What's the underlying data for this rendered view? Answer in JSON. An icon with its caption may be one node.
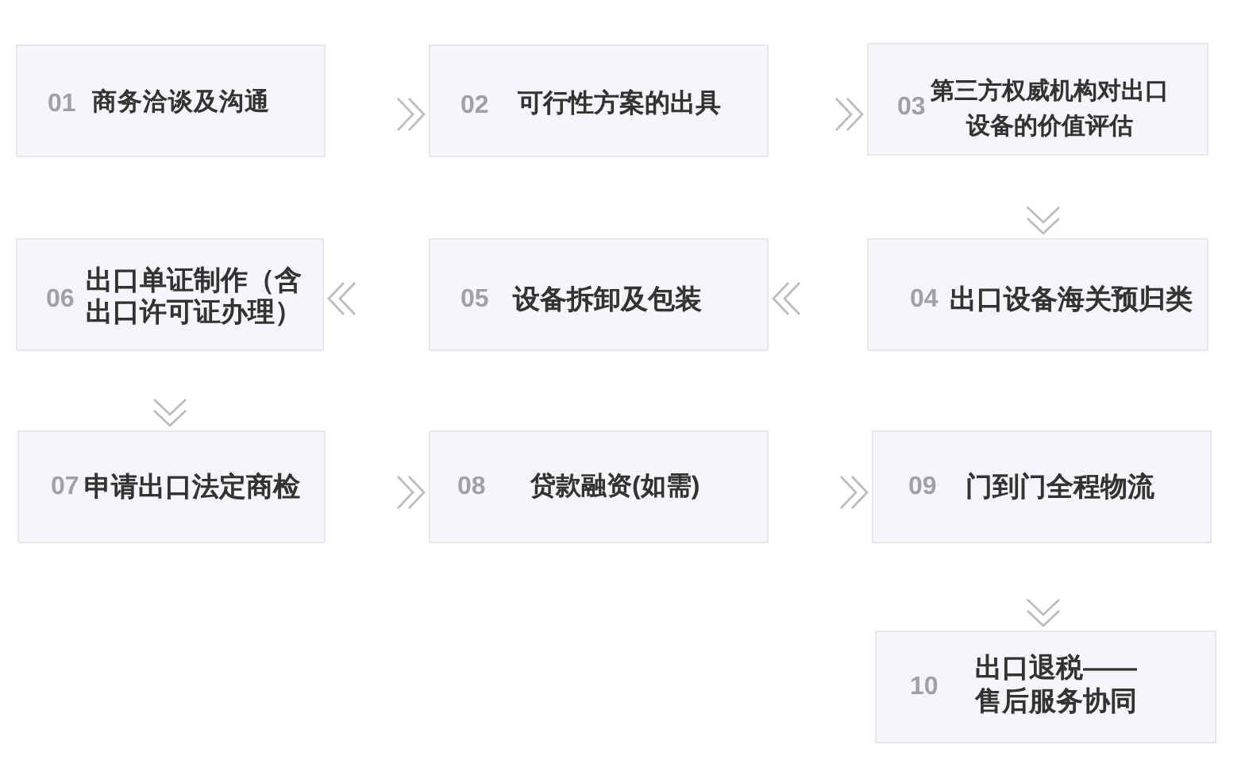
{
  "diagram": {
    "nodes": [
      {
        "text": [
          "01",
          "商务洽谈及沟通"
        ]
      },
      {
        "text": [
          "02",
          "可行性方案的出具"
        ]
      },
      {
        "text": [
          "03",
          "第三方权威机构对出口设备的价值评估"
        ]
      },
      {
        "text": [
          "04",
          "出口设备海关预归类"
        ]
      },
      {
        "text": [
          "05",
          "设备拆卸及包装"
        ]
      },
      {
        "text": [
          "06",
          "出口单证制作（含出口许可证办理）"
        ]
      },
      {
        "text": [
          "07",
          "申请出口法定商检"
        ]
      },
      {
        "text": [
          "08",
          "贷款融资(如需)"
        ]
      },
      {
        "text": [
          "09",
          "门到门全程物流"
        ]
      },
      {
        "text": [
          "10",
          "出口退税——售后服务协同"
        ]
      }
    ],
    "edges": [
      {
        "from": 0,
        "to": 1,
        "arrow": "to"
      },
      {
        "from": 1,
        "to": 2,
        "arrow": "to"
      },
      {
        "from": 2,
        "to": 3,
        "arrow": "to"
      },
      {
        "from": 3,
        "to": 4,
        "arrow": "to"
      },
      {
        "from": 4,
        "to": 5,
        "arrow": "to"
      },
      {
        "from": 5,
        "to": 6,
        "arrow": "to"
      },
      {
        "from": 6,
        "to": 7,
        "arrow": "to"
      },
      {
        "from": 7,
        "to": 8,
        "arrow": "to"
      },
      {
        "from": 8,
        "to": 9,
        "arrow": "to"
      }
    ]
  }
}
